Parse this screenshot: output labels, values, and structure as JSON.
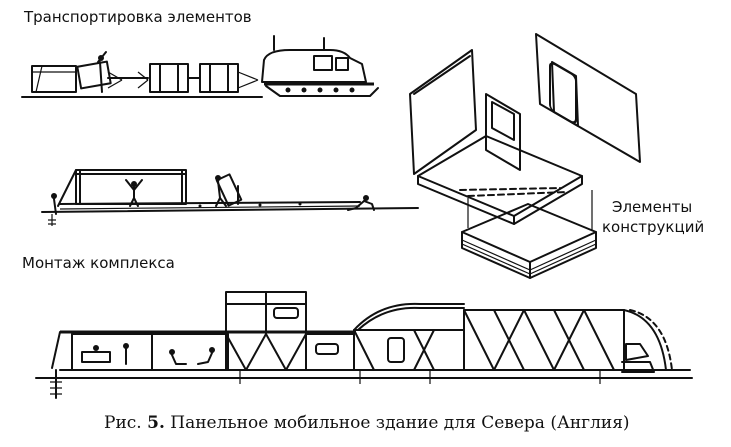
{
  "labels": {
    "transport": "Транспортировка элементов",
    "elements_line1": "Элементы",
    "elements_line2": "конструкций",
    "assembly": "Монтаж комплекса"
  },
  "caption": {
    "prefix": "Рис. ",
    "number": "5.",
    "text": " Панельное мобильное здание для Севера (Англия)"
  }
}
